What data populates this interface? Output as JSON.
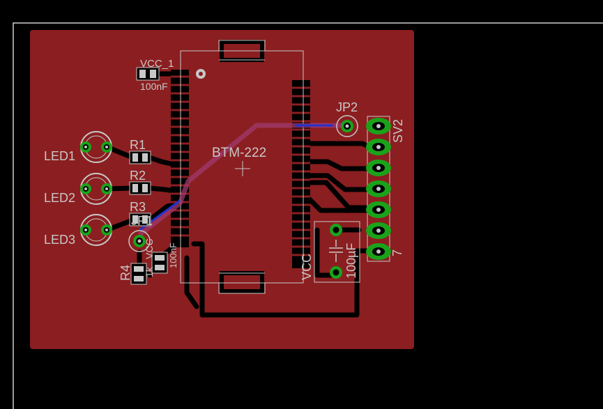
{
  "board": {
    "colors": {
      "background": "#000000",
      "copper": "#8b1e20",
      "trace": "#000000",
      "pad": "#c7c7c7",
      "silkscreen": "#c8c8c8",
      "via_ring": "#1aa31a",
      "bottom_trace": "#2233cc",
      "airwire": "#a03a6e"
    }
  },
  "labels": {
    "ic": "BTM-222",
    "vcc_top": "VCC_1",
    "cap_top": "100nF",
    "jp2": "JP2",
    "sv2": "SV2",
    "r1": "R1",
    "r2": "R2",
    "r3": "R3",
    "jp1": "JP1",
    "r4": "R4",
    "led1": "LED1",
    "led2": "LED2",
    "led3": "LED3",
    "vcc_left": "VCC",
    "cap_left": "100nF",
    "r4_value": "1k",
    "vcc_right": "VCC",
    "cap_right": "100µF",
    "pin7": "7"
  }
}
